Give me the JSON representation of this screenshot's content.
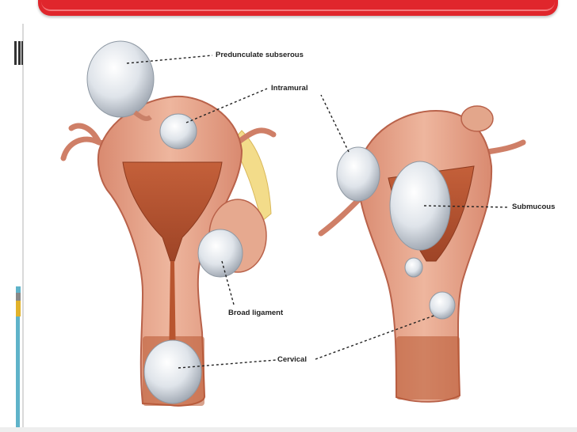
{
  "labels": {
    "pedunculate": "Predunculate subserous",
    "intramural": "Intramural",
    "submucous": "Submucous",
    "broad_ligament": "Broad ligament",
    "cervical": "Cervical"
  },
  "colors": {
    "banner": "#e0262c",
    "tissue": "#e8a38a",
    "tissue_dark": "#c0674d",
    "cavity": "#b8552f",
    "fibroid": "#dfe4ea",
    "ligament": "#f3dc8a",
    "accent_blue": "#5fb3c9",
    "accent_gold": "#e1b22a"
  }
}
